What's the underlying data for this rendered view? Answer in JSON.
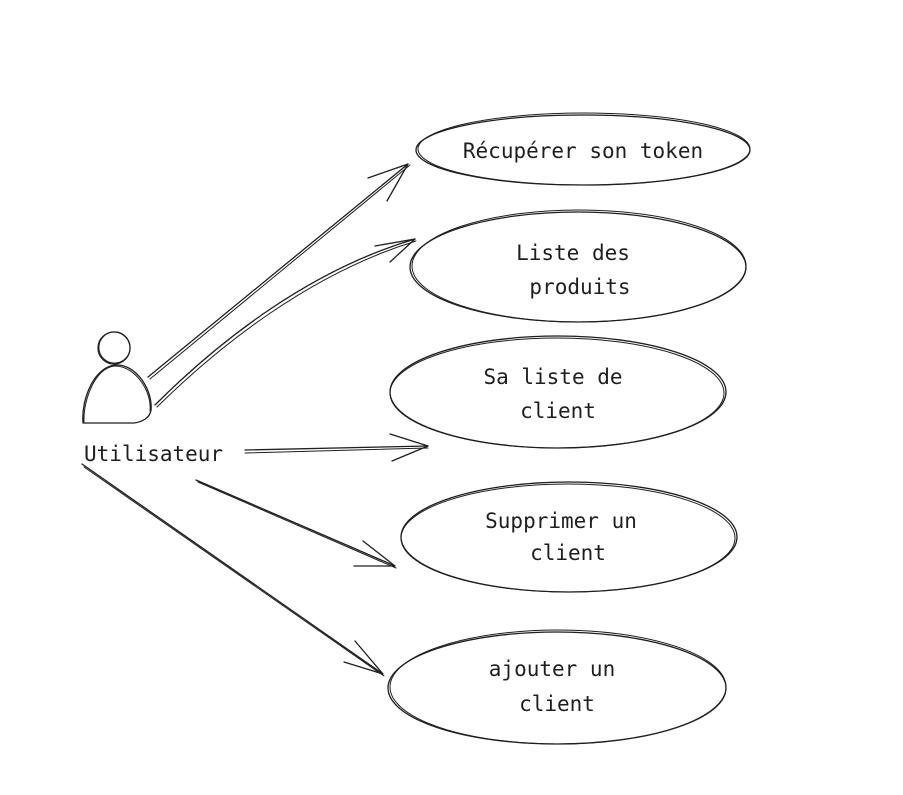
{
  "actor": {
    "name": "Utilisateur"
  },
  "use_cases": [
    {
      "lines": [
        "Récupérer son token"
      ]
    },
    {
      "lines": [
        "Liste des",
        "produits"
      ]
    },
    {
      "lines": [
        "Sa liste de",
        "client"
      ]
    },
    {
      "lines": [
        "Supprimer un",
        "client"
      ]
    },
    {
      "lines": [
        "ajouter un",
        "client"
      ]
    }
  ],
  "colors": {
    "stroke": "#1e1e1e",
    "background": "#ffffff"
  }
}
